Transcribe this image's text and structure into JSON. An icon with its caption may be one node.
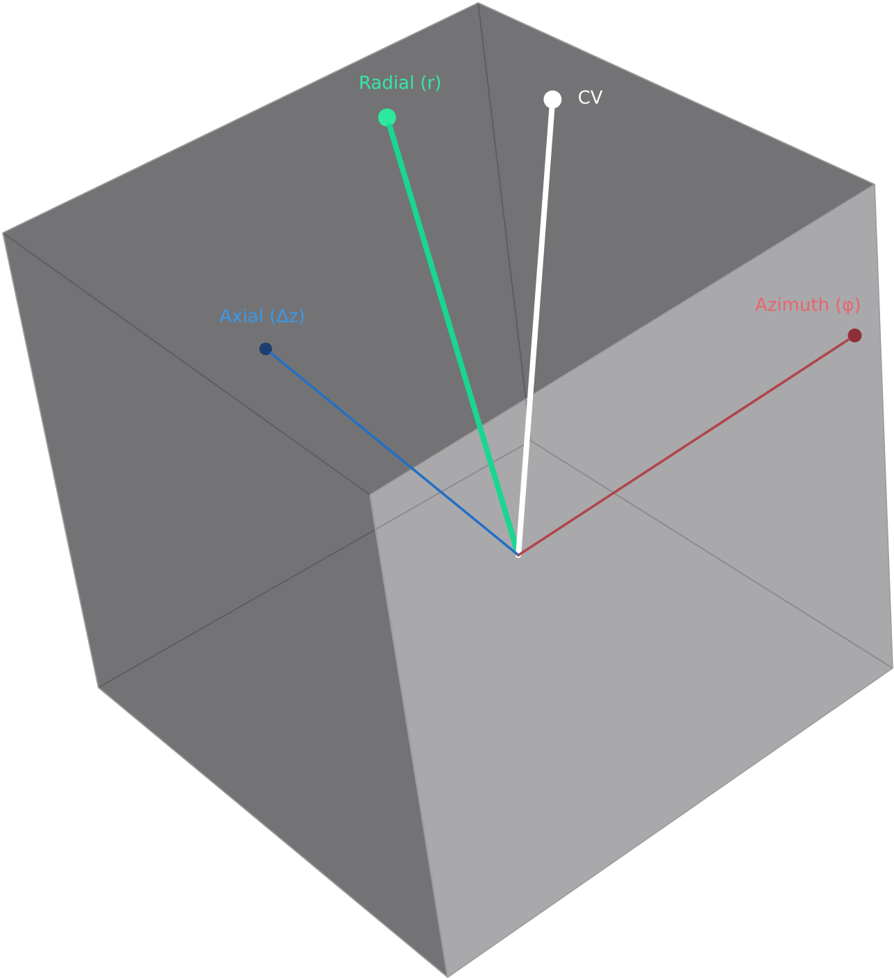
{
  "diagram": {
    "nodes": [
      {
        "text": [],
        "shape": "circle",
        "beside": [
          "Radial (r)"
        ]
      },
      {
        "text": [],
        "shape": "circle",
        "beside": [
          "CV"
        ]
      },
      {
        "text": [],
        "shape": "circle",
        "beside": [
          "Axial (Δz)"
        ]
      },
      {
        "text": [],
        "shape": "circle",
        "beside": [
          "Azimuth (φ)"
        ]
      }
    ],
    "edges": [
      {
        "from": null,
        "to": 0,
        "arrow": "none",
        "style": "thick",
        "color": "#1ad691"
      },
      {
        "from": null,
        "to": 1,
        "arrow": "none",
        "style": "thick",
        "color": "#ffffff"
      },
      {
        "from": null,
        "to": 2,
        "arrow": "none",
        "color": "#2470c4"
      },
      {
        "from": null,
        "to": 3,
        "arrow": "none",
        "color": "#b0464c"
      }
    ]
  }
}
